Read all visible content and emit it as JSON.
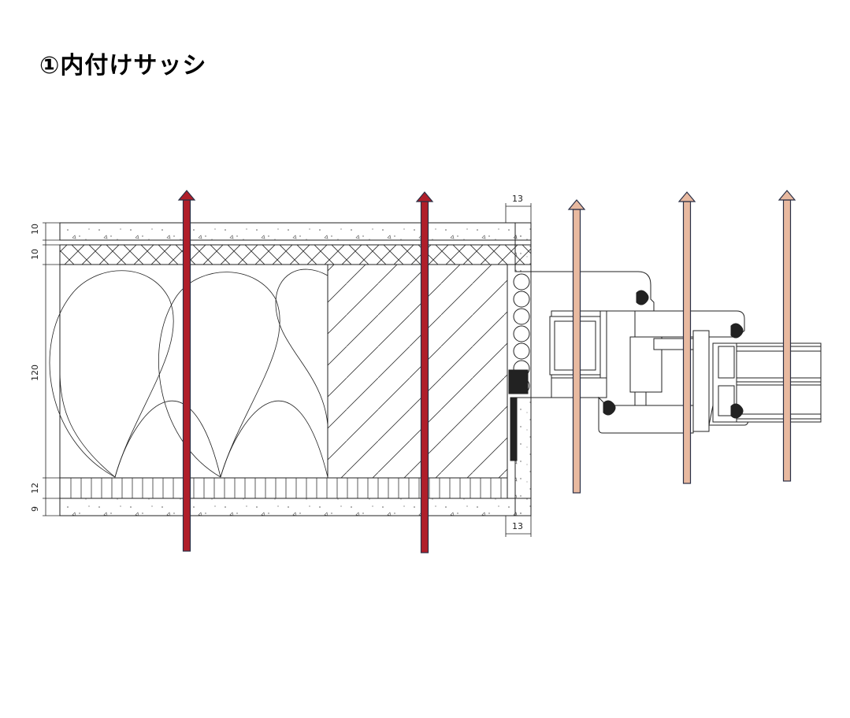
{
  "title": "①内付けサッシ",
  "dimensions": {
    "layer_top_outer": "10",
    "layer_top_inner": "10",
    "insulation": "120",
    "layer_bottom_inner": "12",
    "layer_bottom_outer": "9",
    "offset_top": "13",
    "offset_bottom": "13"
  },
  "colors": {
    "heat_arrow_wall": "#b01e2a",
    "heat_arrow_window": "#e8b9a0",
    "arrow_outline": "#2a2f45",
    "line": "#222222"
  },
  "arrows": {
    "wall_count": 2,
    "window_count": 3
  }
}
